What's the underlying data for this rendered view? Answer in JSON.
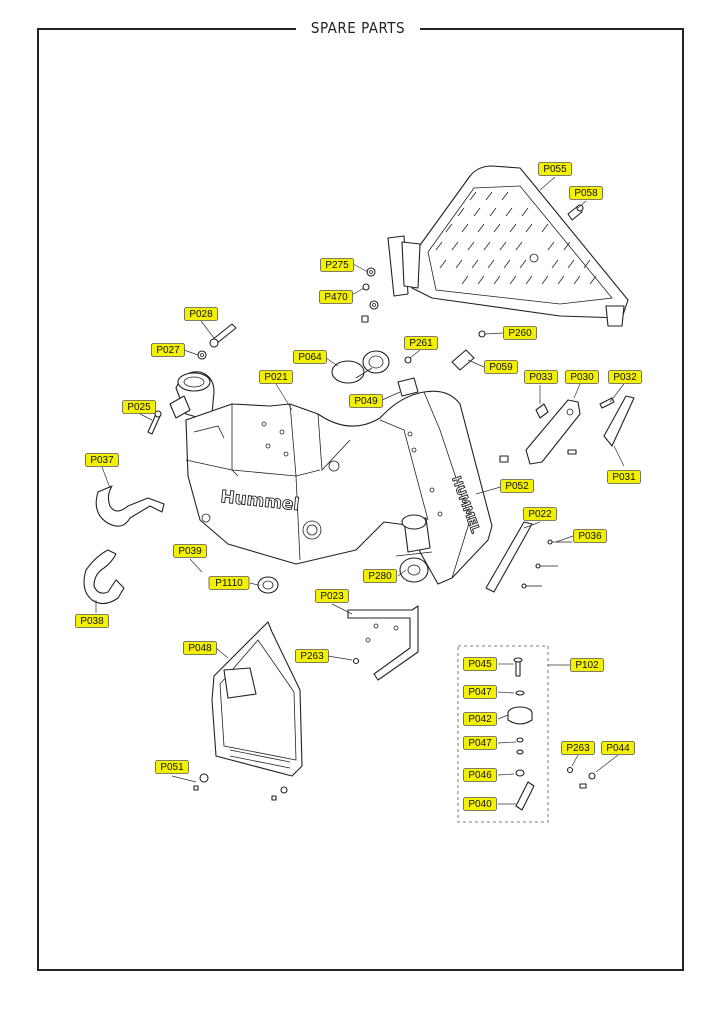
{
  "page": {
    "title": "SPARE PARTS"
  },
  "drawing": {
    "brand_text": "Hummel",
    "brand_text_side": "HUMMEL"
  },
  "labels": [
    {
      "code": "P055"
    },
    {
      "code": "P058"
    },
    {
      "code": "P275"
    },
    {
      "code": "P470"
    },
    {
      "code": "P028"
    },
    {
      "code": "P027"
    },
    {
      "code": "P260"
    },
    {
      "code": "P261"
    },
    {
      "code": "P064"
    },
    {
      "code": "P059"
    },
    {
      "code": "P021"
    },
    {
      "code": "P033"
    },
    {
      "code": "P030"
    },
    {
      "code": "P032"
    },
    {
      "code": "P049"
    },
    {
      "code": "P025"
    },
    {
      "code": "P031"
    },
    {
      "code": "P037"
    },
    {
      "code": "P052"
    },
    {
      "code": "P022"
    },
    {
      "code": "P036"
    },
    {
      "code": "P039"
    },
    {
      "code": "P280"
    },
    {
      "code": "P1110"
    },
    {
      "code": "P023"
    },
    {
      "code": "P038"
    },
    {
      "code": "P048"
    },
    {
      "code": "P263"
    },
    {
      "code": "P045"
    },
    {
      "code": "P102"
    },
    {
      "code": "P047"
    },
    {
      "code": "P042"
    },
    {
      "code": "P047"
    },
    {
      "code": "P263"
    },
    {
      "code": "P044"
    },
    {
      "code": "P051"
    },
    {
      "code": "P046"
    },
    {
      "code": "P040"
    }
  ]
}
